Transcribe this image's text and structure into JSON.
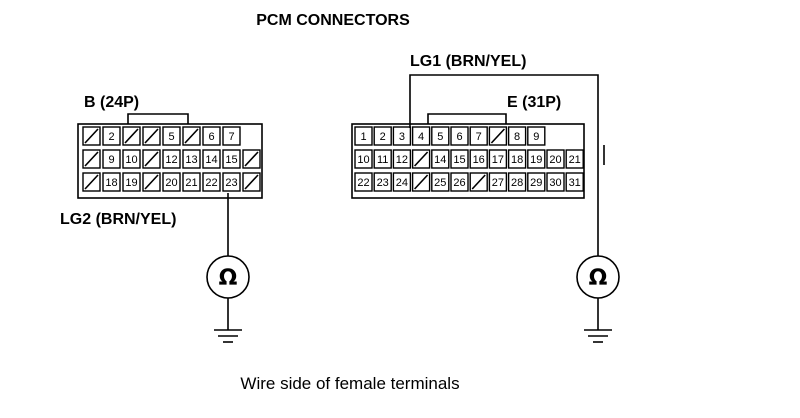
{
  "title": "PCM CONNECTORS",
  "caption": "Wire side of female terminals",
  "meter_symbol": "Ω",
  "connectors": {
    "b": {
      "label": "B (24P)",
      "wire_label": "LG2 (BRN/YEL)",
      "rows": [
        [
          "",
          "2",
          "",
          "",
          "5",
          "",
          "6",
          "7"
        ],
        [
          "",
          "9",
          "10",
          "",
          "12",
          "13",
          "14",
          "15",
          ""
        ],
        [
          "",
          "18",
          "19",
          "",
          "20",
          "21",
          "22",
          "23",
          ""
        ]
      ]
    },
    "e": {
      "label": "E (31P)",
      "wire_label": "LG1 (BRN/YEL)",
      "rows": [
        [
          "1",
          "2",
          "3",
          "4",
          "5",
          "6",
          "7",
          "",
          "8",
          "9"
        ],
        [
          "10",
          "11",
          "12",
          "",
          "14",
          "15",
          "16",
          "17",
          "18",
          "19",
          "20",
          "21"
        ],
        [
          "22",
          "23",
          "24",
          "",
          "25",
          "26",
          "",
          "27",
          "28",
          "29",
          "30",
          "31"
        ]
      ]
    }
  }
}
